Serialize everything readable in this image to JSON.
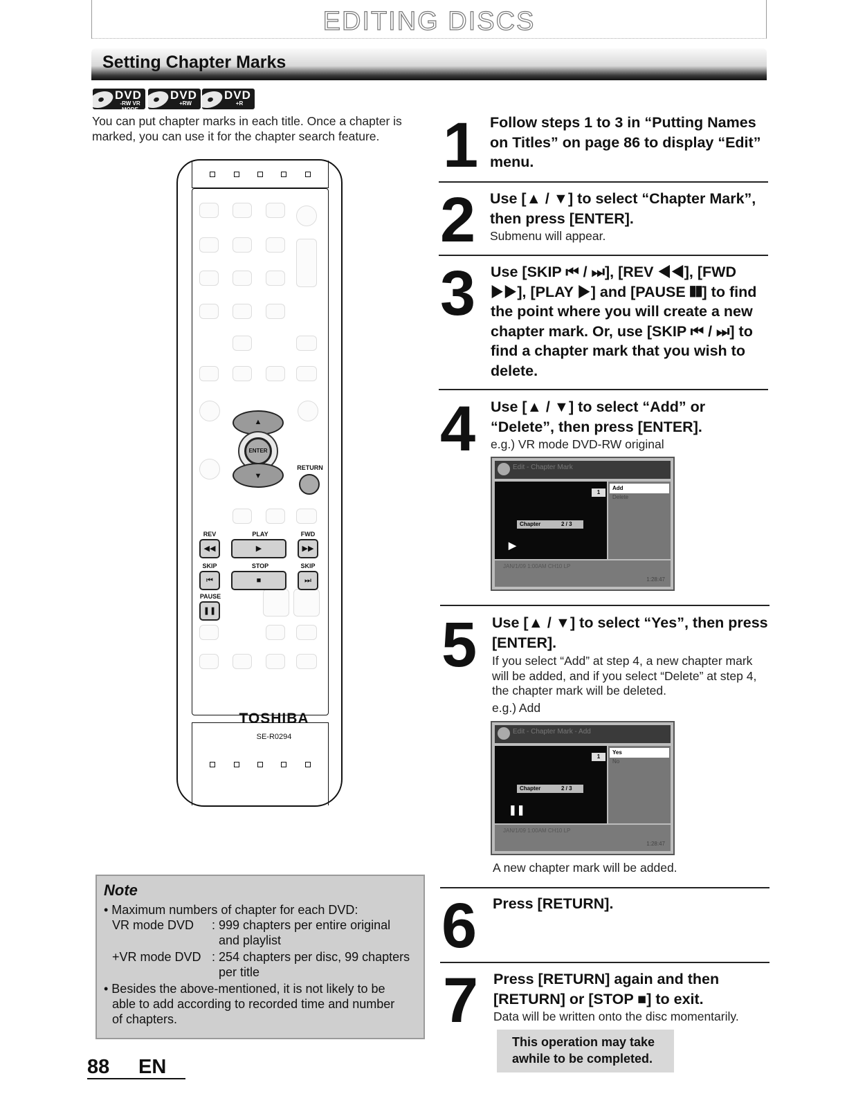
{
  "header": {
    "title": "EDITING DISCS"
  },
  "section": {
    "title": "Setting Chapter Marks"
  },
  "logos": [
    {
      "name": "DVD",
      "sub": "-RW VR MODE"
    },
    {
      "name": "DVD",
      "sub": "+RW"
    },
    {
      "name": "DVD",
      "sub": "+R"
    }
  ],
  "intro": "You can put chapter marks in each title. Once a chapter is marked, you can use it for the chapter search feature.",
  "remote": {
    "brand": "TOSHIBA",
    "model": "SE-R0294",
    "labels": {
      "rev": "REV",
      "play": "PLAY",
      "fwd": "FWD",
      "skip_l": "SKIP",
      "stop": "STOP",
      "skip_r": "SKIP",
      "pause": "PAUSE",
      "return": "RETURN",
      "enter": "ENTER"
    }
  },
  "steps": [
    {
      "num": "1",
      "head": "Follow steps 1 to 3 in “Putting Names on Titles” on page 86 to display “Edit” menu.",
      "sub": ""
    },
    {
      "num": "2",
      "head": "Use [▲ / ▼] to select “Chapter Mark”, then press [ENTER].",
      "sub": "Submenu will appear."
    },
    {
      "num": "3",
      "head": "Use [SKIP ⏮ / ⏭], [REV ◀◀], [FWD ▶▶], [PLAY ▶] and [PAUSE ❚❚] to find the point where you will create a new chapter mark. Or, use [SKIP ⏮ / ⏭] to find a chapter mark that you wish to delete.",
      "sub": ""
    },
    {
      "num": "4",
      "head": "Use [▲ / ▼] to select “Add” or “Delete”, then press [ENTER].",
      "sub": "e.g.) VR mode DVD-RW original"
    },
    {
      "num": "5",
      "head": "Use [▲ / ▼] to select “Yes”, then press [ENTER].",
      "sub": "If you select “Add” at step 4, a new chapter mark will be added, and if you select “Delete” at step 4, the chapter mark will be deleted.",
      "sub2": "e.g.) Add",
      "after": "A new chapter mark will be added."
    },
    {
      "num": "6",
      "head": "Press [RETURN].",
      "sub": ""
    },
    {
      "num": "7",
      "head": "Press [RETURN] again and then [RETURN] or [STOP ■] to exit.",
      "sub": "Data will be written onto the disc momentarily."
    }
  ],
  "screens": [
    {
      "title": "Edit - Chapter Mark",
      "num": "1",
      "opt1": "Add",
      "opt2": "Delete",
      "chapter_label": "Chapter",
      "chapter_value": "2 / 3",
      "mark": "▶",
      "footer": "JAN/1/09 1:00AM CH10 LP",
      "time": "1:28:47"
    },
    {
      "title": "Edit - Chapter Mark - Add",
      "num": "1",
      "opt1": "Yes",
      "opt2": "No",
      "chapter_label": "Chapter",
      "chapter_value": "2 / 3",
      "mark": "❚❚",
      "footer": "JAN/1/09 1:00AM CH10 LP",
      "time": "1:28:47"
    }
  ],
  "note": {
    "title": "Note",
    "lines": [
      "• Maximum numbers of chapter for each DVD:",
      "VR mode DVD",
      ": 999 chapters per entire original",
      "and playlist",
      "+VR mode DVD",
      ": 254 chapters per disc, 99 chapters",
      "per title",
      "• Besides the above-mentioned, it is not likely to be",
      "able to add according to recorded time and number",
      "of chapters."
    ]
  },
  "callout": "This operation may take awhile to be completed.",
  "footer": {
    "page": "88",
    "lang": "EN"
  }
}
